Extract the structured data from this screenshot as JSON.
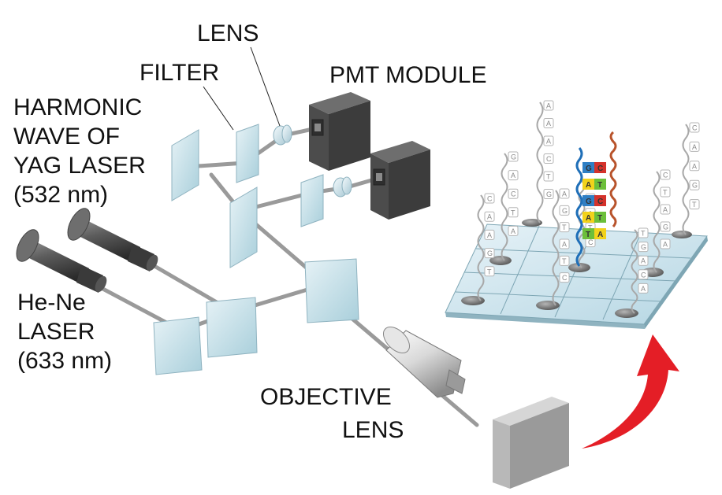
{
  "labels": {
    "lens": "LENS",
    "filter": "FILTER",
    "pmt_module": "PMT MODULE",
    "yag_line1": "HARMONIC",
    "yag_line2": "WAVE OF",
    "yag_line3": "YAG LASER",
    "yag_line4": "(532 nm)",
    "hene_line1": "He-Ne",
    "hene_line2": "LASER",
    "hene_line3": "(633 nm)",
    "objective_line1": "OBJECTIVE",
    "objective_line2": "LENS"
  },
  "probes": [
    {
      "letters": [
        "C",
        "A",
        "A",
        "G",
        "T"
      ]
    },
    {
      "letters": [
        "A",
        "G",
        "T",
        "A",
        "T",
        "C"
      ]
    },
    {
      "letters": [
        "T",
        "G",
        "A",
        "C",
        "A"
      ]
    },
    {
      "letters": [
        "G",
        "A",
        "C",
        "T",
        "A"
      ]
    },
    {
      "letters": [
        "C",
        "A",
        "A",
        "T",
        "C"
      ]
    },
    {
      "letters": [
        "C",
        "T",
        "A",
        "G",
        "A"
      ]
    },
    {
      "letters": [
        "A",
        "A",
        "A",
        "C",
        "T",
        "G"
      ]
    },
    {
      "letters": [
        "C",
        "A",
        "A",
        "G",
        "T"
      ]
    }
  ],
  "duplex": {
    "pairs": [
      {
        "left": "G",
        "right": "C"
      },
      {
        "left": "A",
        "right": "T"
      },
      {
        "left": "G",
        "right": "C"
      },
      {
        "left": "A",
        "right": "T"
      },
      {
        "left": "T",
        "right": "A"
      }
    ],
    "colors": {
      "A": "#f2d21b",
      "T": "#6cbf3a",
      "G": "#2f7fc4",
      "C": "#d4322b"
    }
  },
  "colors": {
    "glass": "#c8e2ea",
    "glass_edge": "#8fb3c0",
    "beam": "#9a9a9a",
    "pmt_box": "#555555",
    "arrow": "#e41e26",
    "strand_left": "#1f6fb8",
    "strand_right": "#b8532b"
  }
}
